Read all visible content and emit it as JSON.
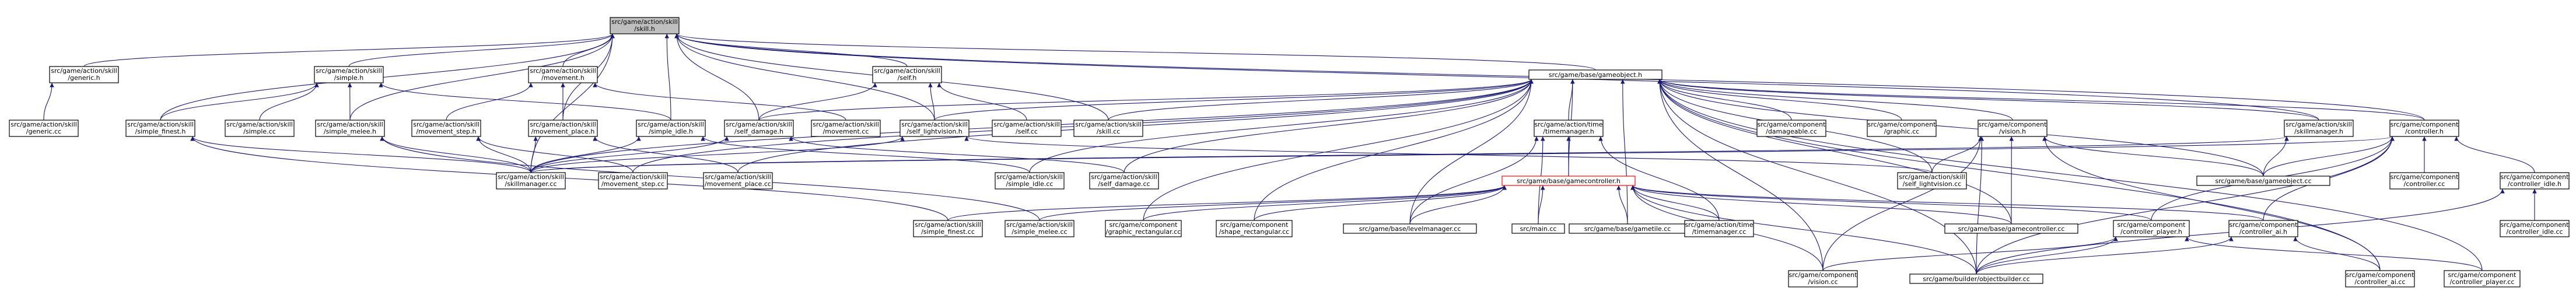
{
  "diagram": {
    "nodes": [
      {
        "id": "skill_h",
        "lines": [
          "src/game/action/skill",
          "/skill.h"
        ],
        "style": "root"
      },
      {
        "id": "generic_h",
        "lines": [
          "src/game/action/skill",
          "/generic.h"
        ]
      },
      {
        "id": "simple_h",
        "lines": [
          "src/game/action/skill",
          "/simple.h"
        ]
      },
      {
        "id": "movement_h",
        "lines": [
          "src/game/action/skill",
          "/movement.h"
        ]
      },
      {
        "id": "self_h",
        "lines": [
          "src/game/action/skill",
          "/self.h"
        ]
      },
      {
        "id": "gameobject_h",
        "lines": [
          "src/game/base/gameobject.h"
        ]
      },
      {
        "id": "controller_h",
        "lines": [
          "src/game/component",
          "/controller.h"
        ]
      },
      {
        "id": "generic_cc",
        "lines": [
          "src/game/action/skill",
          "/generic.cc"
        ]
      },
      {
        "id": "simple_finest_h",
        "lines": [
          "src/game/action/skill",
          "/simple_finest.h"
        ]
      },
      {
        "id": "simple_cc",
        "lines": [
          "src/game/action/skill",
          "/simple.cc"
        ]
      },
      {
        "id": "simple_melee_h",
        "lines": [
          "src/game/action/skill",
          "/simple_melee.h"
        ]
      },
      {
        "id": "movement_step_h",
        "lines": [
          "src/game/action/skill",
          "/movement_step.h"
        ]
      },
      {
        "id": "movement_place_h",
        "lines": [
          "src/game/action/skill",
          "/movement_place.h"
        ]
      },
      {
        "id": "simple_idle_h",
        "lines": [
          "src/game/action/skill",
          "/simple_idle.h"
        ]
      },
      {
        "id": "self_damage_h",
        "lines": [
          "src/game/action/skill",
          "/self_damage.h"
        ]
      },
      {
        "id": "movement_cc",
        "lines": [
          "src/game/action/skill",
          "/movement.cc"
        ]
      },
      {
        "id": "self_lightvision_h",
        "lines": [
          "src/game/action/skill",
          "/self_lightvision.h"
        ]
      },
      {
        "id": "self_cc",
        "lines": [
          "src/game/action/skill",
          "/self.cc"
        ]
      },
      {
        "id": "skill_cc",
        "lines": [
          "src/game/action/skill",
          "/skill.cc"
        ]
      },
      {
        "id": "timemanager_h",
        "lines": [
          "src/game/action/time",
          "/timemanager.h"
        ]
      },
      {
        "id": "damageable_cc",
        "lines": [
          "src/game/component",
          "/damageable.cc"
        ]
      },
      {
        "id": "graphic_cc",
        "lines": [
          "src/game/component",
          "/graphic.cc"
        ]
      },
      {
        "id": "vision_h",
        "lines": [
          "src/game/component",
          "/vision.h"
        ]
      },
      {
        "id": "skillmanager_h",
        "lines": [
          "src/game/action/skill",
          "/skillmanager.h"
        ]
      },
      {
        "id": "controller_idle_h",
        "lines": [
          "src/game/component",
          "/controller_idle.h"
        ]
      },
      {
        "id": "skillmanager_cc",
        "lines": [
          "src/game/action/skill",
          "/skillmanager.cc"
        ]
      },
      {
        "id": "movement_step_cc",
        "lines": [
          "src/game/action/skill",
          "/movement_step.cc"
        ]
      },
      {
        "id": "movement_place_cc",
        "lines": [
          "src/game/action/skill",
          "/movement_place.cc"
        ]
      },
      {
        "id": "simple_idle_cc",
        "lines": [
          "src/game/action/skill",
          "/simple_idle.cc"
        ]
      },
      {
        "id": "self_damage_cc",
        "lines": [
          "src/game/action/skill",
          "/self_damage.cc"
        ]
      },
      {
        "id": "gamecontroller_h",
        "lines": [
          "src/game/base/gamecontroller.h"
        ],
        "style": "red"
      },
      {
        "id": "self_lightvision_cc",
        "lines": [
          "src/game/action/skill",
          "/self_lightvision.cc"
        ]
      },
      {
        "id": "gameobject_cc",
        "lines": [
          "src/game/base/gameobject.cc"
        ]
      },
      {
        "id": "controller_cc",
        "lines": [
          "src/game/component",
          "/controller.cc"
        ]
      },
      {
        "id": "simple_finest_cc",
        "lines": [
          "src/game/action/skill",
          "/simple_finest.cc"
        ]
      },
      {
        "id": "simple_melee_cc",
        "lines": [
          "src/game/action/skill",
          "/simple_melee.cc"
        ]
      },
      {
        "id": "graphic_rectangular_cc",
        "lines": [
          "src/game/component",
          "/graphic_rectangular.cc"
        ]
      },
      {
        "id": "shape_rectangular_cc",
        "lines": [
          "src/game/component",
          "/shape_rectangular.cc"
        ]
      },
      {
        "id": "levelmanager_cc",
        "lines": [
          "src/game/base/levelmanager.cc"
        ]
      },
      {
        "id": "main_cc",
        "lines": [
          "src/main.cc"
        ]
      },
      {
        "id": "gametile_cc",
        "lines": [
          "src/game/base/gametile.cc"
        ]
      },
      {
        "id": "timemanager_cc",
        "lines": [
          "src/game/action/time",
          "/timemanager.cc"
        ]
      },
      {
        "id": "gamecontroller_cc",
        "lines": [
          "src/game/base/gamecontroller.cc"
        ]
      },
      {
        "id": "controller_player_h",
        "lines": [
          "src/game/component",
          "/controller_player.h"
        ]
      },
      {
        "id": "controller_ai_h",
        "lines": [
          "src/game/component",
          "/controller_ai.h"
        ]
      },
      {
        "id": "controller_idle_cc",
        "lines": [
          "src/game/component",
          "/controller_idle.cc"
        ]
      },
      {
        "id": "vision_cc",
        "lines": [
          "src/game/component",
          "/vision.cc"
        ]
      },
      {
        "id": "objectbuilder_cc",
        "lines": [
          "src/game/builder/objectbuilder.cc"
        ]
      },
      {
        "id": "controller_ai_cc",
        "lines": [
          "src/game/component",
          "/controller_ai.cc"
        ]
      },
      {
        "id": "controller_player_cc",
        "lines": [
          "src/game/component",
          "/controller_player.cc"
        ]
      }
    ],
    "edges": [
      [
        "skill_h",
        "generic_h"
      ],
      [
        "skill_h",
        "simple_h"
      ],
      [
        "skill_h",
        "movement_h"
      ],
      [
        "skill_h",
        "self_h"
      ],
      [
        "skill_h",
        "gameobject_h"
      ],
      [
        "skill_h",
        "controller_h"
      ],
      [
        "skill_h",
        "simple_finest_h"
      ],
      [
        "skill_h",
        "simple_melee_h"
      ],
      [
        "skill_h",
        "movement_place_h"
      ],
      [
        "skill_h",
        "simple_idle_h"
      ],
      [
        "skill_h",
        "self_damage_h"
      ],
      [
        "skill_h",
        "self_lightvision_h"
      ],
      [
        "skill_h",
        "skill_cc"
      ],
      [
        "skill_h",
        "skillmanager_h"
      ],
      [
        "skill_h",
        "skillmanager_cc"
      ],
      [
        "generic_h",
        "generic_cc"
      ],
      [
        "simple_h",
        "simple_finest_h"
      ],
      [
        "simple_h",
        "simple_cc"
      ],
      [
        "simple_h",
        "simple_melee_h"
      ],
      [
        "simple_h",
        "simple_idle_h"
      ],
      [
        "movement_h",
        "movement_step_h"
      ],
      [
        "movement_h",
        "movement_place_h"
      ],
      [
        "movement_h",
        "movement_cc"
      ],
      [
        "self_h",
        "self_damage_h"
      ],
      [
        "self_h",
        "self_lightvision_h"
      ],
      [
        "self_h",
        "self_cc"
      ],
      [
        "gameobject_h",
        "self_damage_h"
      ],
      [
        "gameobject_h",
        "self_lightvision_h"
      ],
      [
        "gameobject_h",
        "skill_cc"
      ],
      [
        "gameobject_h",
        "timemanager_h"
      ],
      [
        "gameobject_h",
        "damageable_cc"
      ],
      [
        "gameobject_h",
        "graphic_cc"
      ],
      [
        "gameobject_h",
        "vision_h"
      ],
      [
        "gameobject_h",
        "skillmanager_h"
      ],
      [
        "gameobject_h",
        "controller_h"
      ],
      [
        "gameobject_h",
        "skillmanager_cc"
      ],
      [
        "gameobject_h",
        "movement_step_cc"
      ],
      [
        "gameobject_h",
        "movement_place_cc"
      ],
      [
        "gameobject_h",
        "simple_idle_cc"
      ],
      [
        "gameobject_h",
        "self_damage_cc"
      ],
      [
        "gameobject_h",
        "gamecontroller_h"
      ],
      [
        "gameobject_h",
        "self_lightvision_cc"
      ],
      [
        "gameobject_h",
        "gameobject_cc"
      ],
      [
        "gameobject_h",
        "shape_rectangular_cc"
      ],
      [
        "gameobject_h",
        "levelmanager_cc"
      ],
      [
        "gameobject_h",
        "gametile_cc"
      ],
      [
        "gameobject_h",
        "gamecontroller_cc"
      ],
      [
        "gameobject_h",
        "objectbuilder_cc"
      ],
      [
        "gameobject_h",
        "controller_ai_cc"
      ],
      [
        "gameobject_h",
        "controller_player_cc"
      ],
      [
        "gameobject_h",
        "vision_cc"
      ],
      [
        "gameobject_h",
        "graphic_rectangular_cc"
      ],
      [
        "controller_h",
        "controller_idle_h"
      ],
      [
        "controller_h",
        "controller_cc"
      ],
      [
        "controller_h",
        "controller_player_h"
      ],
      [
        "controller_h",
        "controller_ai_h"
      ],
      [
        "controller_h",
        "gameobject_cc"
      ],
      [
        "controller_h",
        "skillmanager_cc"
      ],
      [
        "controller_h",
        "objectbuilder_cc"
      ],
      [
        "simple_finest_h",
        "skillmanager_cc"
      ],
      [
        "simple_finest_h",
        "simple_finest_cc"
      ],
      [
        "simple_melee_h",
        "skillmanager_cc"
      ],
      [
        "simple_melee_h",
        "simple_melee_cc"
      ],
      [
        "movement_step_h",
        "skillmanager_cc"
      ],
      [
        "movement_step_h",
        "movement_step_cc"
      ],
      [
        "movement_place_h",
        "skillmanager_cc"
      ],
      [
        "movement_place_h",
        "movement_place_cc"
      ],
      [
        "simple_idle_h",
        "skillmanager_cc"
      ],
      [
        "simple_idle_h",
        "simple_idle_cc"
      ],
      [
        "self_damage_h",
        "skillmanager_cc"
      ],
      [
        "self_damage_h",
        "self_damage_cc"
      ],
      [
        "self_lightvision_h",
        "skillmanager_cc"
      ],
      [
        "self_lightvision_h",
        "self_lightvision_cc"
      ],
      [
        "timemanager_h",
        "gamecontroller_h"
      ],
      [
        "timemanager_h",
        "timemanager_cc"
      ],
      [
        "timemanager_h",
        "levelmanager_cc"
      ],
      [
        "timemanager_h",
        "main_cc"
      ],
      [
        "vision_h",
        "self_lightvision_cc"
      ],
      [
        "vision_h",
        "gameobject_cc"
      ],
      [
        "vision_h",
        "gamecontroller_cc"
      ],
      [
        "vision_h",
        "vision_cc"
      ],
      [
        "vision_h",
        "objectbuilder_cc"
      ],
      [
        "vision_h",
        "controller_ai_cc"
      ],
      [
        "skillmanager_h",
        "skillmanager_cc"
      ],
      [
        "skillmanager_h",
        "gameobject_cc"
      ],
      [
        "controller_idle_h",
        "controller_idle_cc"
      ],
      [
        "controller_idle_h",
        "objectbuilder_cc"
      ],
      [
        "gamecontroller_h",
        "simple_finest_cc"
      ],
      [
        "gamecontroller_h",
        "simple_melee_cc"
      ],
      [
        "gamecontroller_h",
        "graphic_rectangular_cc"
      ],
      [
        "gamecontroller_h",
        "shape_rectangular_cc"
      ],
      [
        "gamecontroller_h",
        "levelmanager_cc"
      ],
      [
        "gamecontroller_h",
        "main_cc"
      ],
      [
        "gamecontroller_h",
        "gametile_cc"
      ],
      [
        "gamecontroller_h",
        "timemanager_cc"
      ],
      [
        "gamecontroller_h",
        "gamecontroller_cc"
      ],
      [
        "gamecontroller_h",
        "controller_player_h"
      ],
      [
        "gamecontroller_h",
        "controller_ai_h"
      ],
      [
        "gamecontroller_h",
        "vision_cc"
      ],
      [
        "gamecontroller_h",
        "objectbuilder_cc"
      ],
      [
        "controller_player_h",
        "vision_cc"
      ],
      [
        "controller_player_h",
        "objectbuilder_cc"
      ],
      [
        "controller_player_h",
        "controller_player_cc"
      ],
      [
        "controller_ai_h",
        "objectbuilder_cc"
      ],
      [
        "controller_ai_h",
        "controller_ai_cc"
      ]
    ]
  }
}
